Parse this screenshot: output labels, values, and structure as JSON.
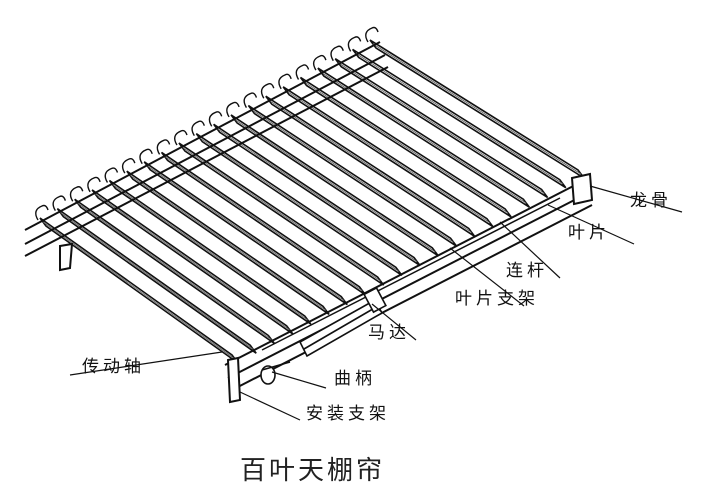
{
  "diagram": {
    "caption": "百叶天棚帘",
    "labels": {
      "keel": "龙骨",
      "blade": "叶片",
      "link_rod": "连杆",
      "blade_bracket": "叶片支架",
      "motor": "马达",
      "drive_shaft": "传动轴",
      "crank": "曲柄",
      "mounting_bracket": "安装支架"
    }
  }
}
